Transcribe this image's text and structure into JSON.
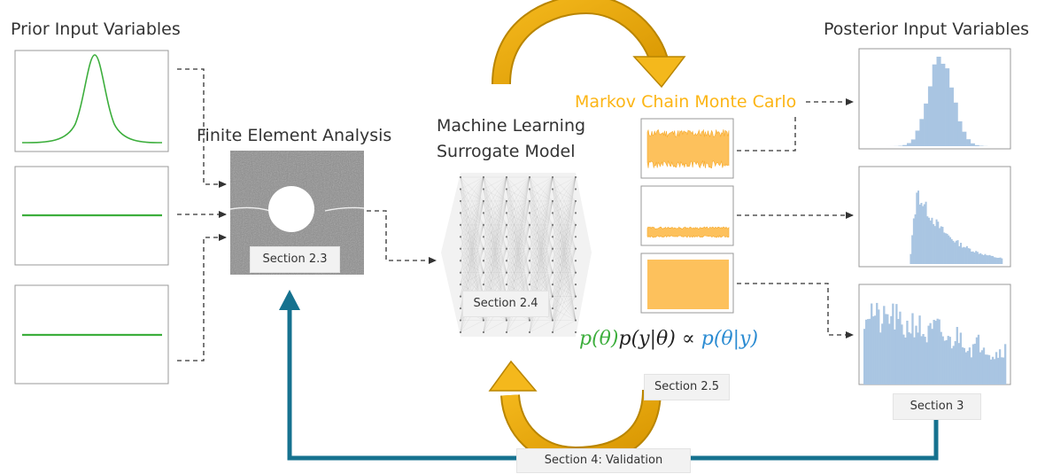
{
  "labels": {
    "prior": "Prior Input Variables",
    "posterior": "Posterior Input Variables",
    "fea": "Finite Element Analysis",
    "ml_line1": "Machine Learning",
    "ml_line2": "Surrogate Model",
    "mcmc": "Markov Chain Monte Carlo"
  },
  "sections": {
    "s23": "Section 2.3",
    "s24": "Section 2.4",
    "s25": "Section 2.5",
    "s3": "Section 3",
    "s4": "Section 4: Validation"
  },
  "equation": {
    "prior_term": "p(θ)",
    "likelihood_term": "p(y|θ)",
    "proportional": "∝",
    "posterior_term": "p(θ|y)"
  },
  "colors": {
    "prior_green": "#3cae3c",
    "mcmc_orange": "#fcb515",
    "trace_fill": "#fdc15c",
    "posterior_blue": "#a9c5e2",
    "validation_teal": "#16728f",
    "equation_blue": "#2a8bd2",
    "cycle_arrow": "#e0a000"
  }
}
